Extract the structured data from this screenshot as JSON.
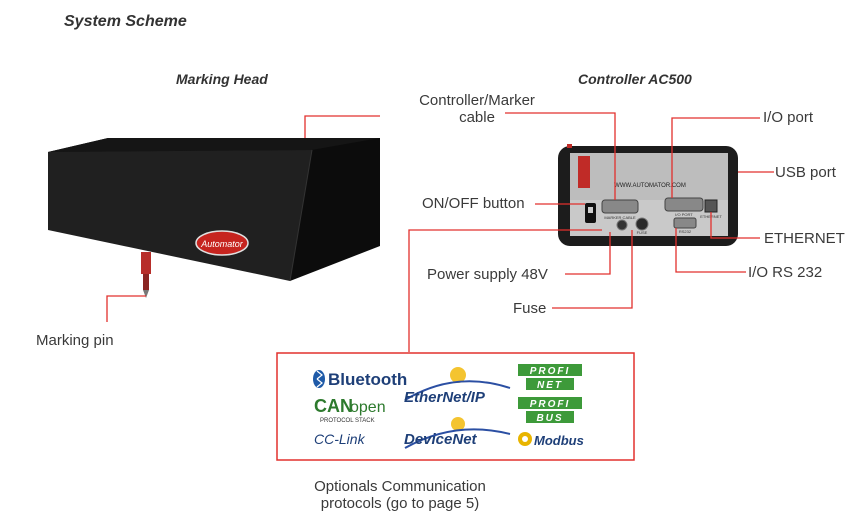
{
  "page_title": "System Scheme",
  "sections": {
    "marking_head": "Marking Head",
    "controller": "Controller AC500"
  },
  "device": {
    "logo_text": "Automator",
    "website": "WWW.AUTOMATOR.COM",
    "port_label_1": "MARKER CABLE",
    "port_label_2": "I/O PORT",
    "port_label_3": "ETHERNET",
    "port_label_4": "RS232",
    "port_label_5": "FUSE"
  },
  "callouts": {
    "controller_marker_cable_line1": "Controller/Marker",
    "controller_marker_cable_line2": "cable",
    "io_port": "I/O port",
    "usb_port": "USB port",
    "on_off_button": "ON/OFF button",
    "ethernet": "ETHERNET",
    "power_supply": "Power supply 48V",
    "io_rs232": "I/O RS 232",
    "fuse": "Fuse",
    "marking_pin": "Marking pin"
  },
  "protocols": {
    "bluetooth": "Bluetooth",
    "canopen_can": "CAN",
    "canopen_open": "open",
    "canopen_sub": "PROTOCOL STACK",
    "cclink": "CC-Link",
    "ethernetip": "EtherNet/IP",
    "devicenet": "DeviceNet",
    "profinet_top": "PROFI",
    "profinet_bottom": "NET",
    "profibus_top": "PROFI",
    "profibus_bottom": "BUS",
    "modbus": "Modbus"
  },
  "optionals": {
    "line1": "Optionals Communication",
    "line2": "protocols (go to page 5)"
  },
  "colors": {
    "callout_line": "#e2302d",
    "box_border": "#e2302d",
    "device_body": "#1c1c1c",
    "panel": "#c9c9c9",
    "profibus_green": "#3d9a3a",
    "ethernet_blue": "#2b4fa3"
  }
}
